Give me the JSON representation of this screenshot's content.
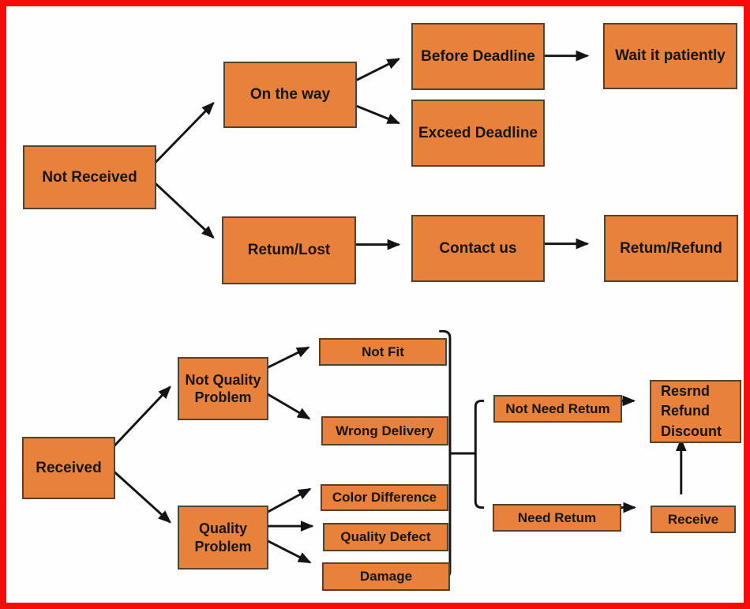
{
  "canvas": {
    "frame_color": "#f70b0b",
    "background": "#fefefe",
    "box_fill": "#e8813b",
    "box_border": "#564228",
    "arrow_color": "#141414",
    "text_color": "#161616"
  },
  "nodes": {
    "not_received": "Not Received",
    "on_the_way": "On the way",
    "before_deadline": "Before Deadline",
    "wait_it_patiently": "Wait it patiently",
    "exceed_deadline": "Exceed Deadline",
    "retum_lost": "Retum/Lost",
    "contact_us": "Contact us",
    "retum_refund": "Retum/Refund",
    "received": "Received",
    "not_quality_problem": "Not Quality Problem",
    "quality_problem": "Quality Problem",
    "not_fit": "Not Fit",
    "wrong_delivery": "Wrong Delivery",
    "color_difference": "Color Difference",
    "quality_defect": "Quality Defect",
    "damage": "Damage",
    "not_need_retum": "Not Need Retum",
    "need_retum": "Need Retum",
    "resrnd_refund_discount": "Resrnd Refund Discount",
    "receive": "Receive"
  },
  "edges": [
    {
      "from": "not_received",
      "to": "on_the_way"
    },
    {
      "from": "not_received",
      "to": "retum_lost"
    },
    {
      "from": "on_the_way",
      "to": "before_deadline"
    },
    {
      "from": "on_the_way",
      "to": "exceed_deadline"
    },
    {
      "from": "before_deadline",
      "to": "wait_it_patiently"
    },
    {
      "from": "retum_lost",
      "to": "contact_us"
    },
    {
      "from": "contact_us",
      "to": "retum_refund"
    },
    {
      "from": "received",
      "to": "not_quality_problem"
    },
    {
      "from": "received",
      "to": "quality_problem"
    },
    {
      "from": "not_quality_problem",
      "to": "not_fit"
    },
    {
      "from": "not_quality_problem",
      "to": "wrong_delivery"
    },
    {
      "from": "quality_problem",
      "to": "color_difference"
    },
    {
      "from": "quality_problem",
      "to": "quality_defect"
    },
    {
      "from": "quality_problem",
      "to": "damage"
    },
    {
      "from": "outcome-bracket",
      "to": "not_need_retum"
    },
    {
      "from": "outcome-bracket",
      "to": "need_retum"
    },
    {
      "from": "not_need_retum",
      "to": "resrnd_refund_discount"
    },
    {
      "from": "need_retum",
      "to": "receive"
    },
    {
      "from": "receive",
      "to": "resrnd_refund_discount"
    }
  ]
}
